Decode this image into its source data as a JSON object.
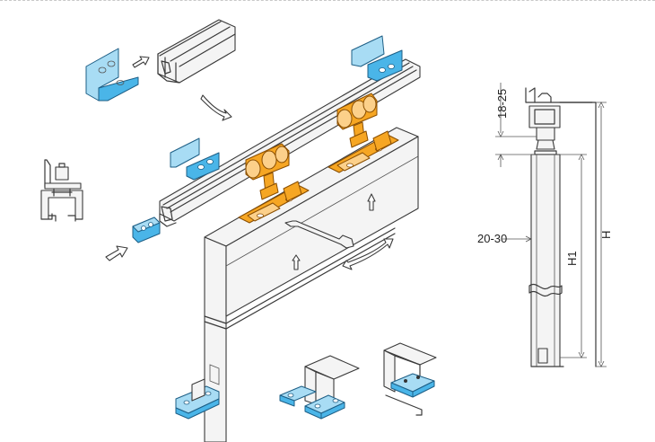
{
  "dimensions": {
    "top_clearance": "18-25",
    "side_gap": "20-30",
    "h1_label": "H1",
    "h_label": "H"
  },
  "colors": {
    "fitting_blue": "#4ab5e8",
    "fitting_orange": "#f6a623",
    "line": "#3a3a3a"
  },
  "icons": [
    "process-arrow-icon",
    "rotation-arrow-icon",
    "lift-arrow-icon",
    "wrench-icon"
  ]
}
